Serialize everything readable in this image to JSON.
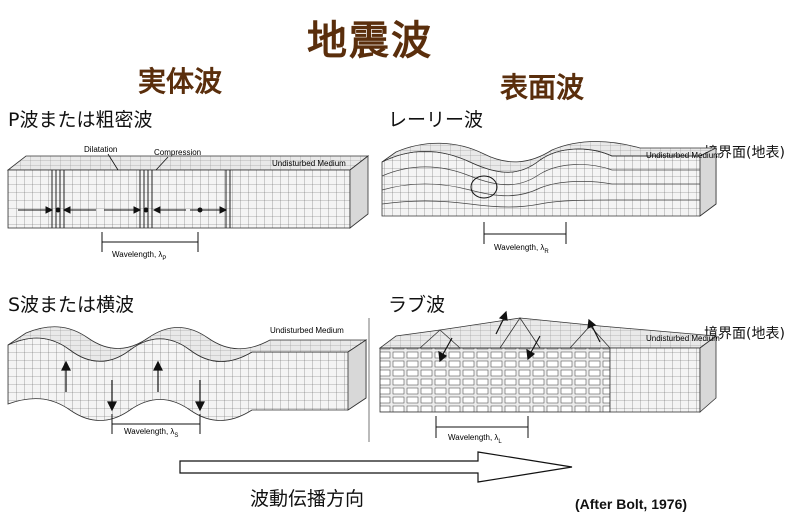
{
  "title": "地震波",
  "body_waves": {
    "heading": "実体波",
    "p_wave": {
      "label": "P波または粗密波",
      "dilatation": "Dilatation",
      "compression": "Compression",
      "medium": "Undisturbed Medium",
      "wavelength": "Wavelength, λ",
      "sub": "P"
    },
    "s_wave": {
      "label": "S波または横波",
      "medium": "Undisturbed Medium",
      "wavelength": "Wavelength, λ",
      "sub": "S"
    }
  },
  "surface_waves": {
    "heading": "表面波",
    "rayleigh": {
      "label": "レーリー波",
      "boundary": "境界面(地表)",
      "medium": "Undisturbed Medium",
      "wavelength": "Wavelength, λ",
      "sub": "R"
    },
    "love": {
      "label": "ラブ波",
      "boundary": "境界面(地表)",
      "medium": "Undisturbed Medium",
      "wavelength": "Wavelength, λ",
      "sub": "L"
    }
  },
  "direction_label": "波動伝播方向",
  "credit": "(After Bolt, 1976)"
}
